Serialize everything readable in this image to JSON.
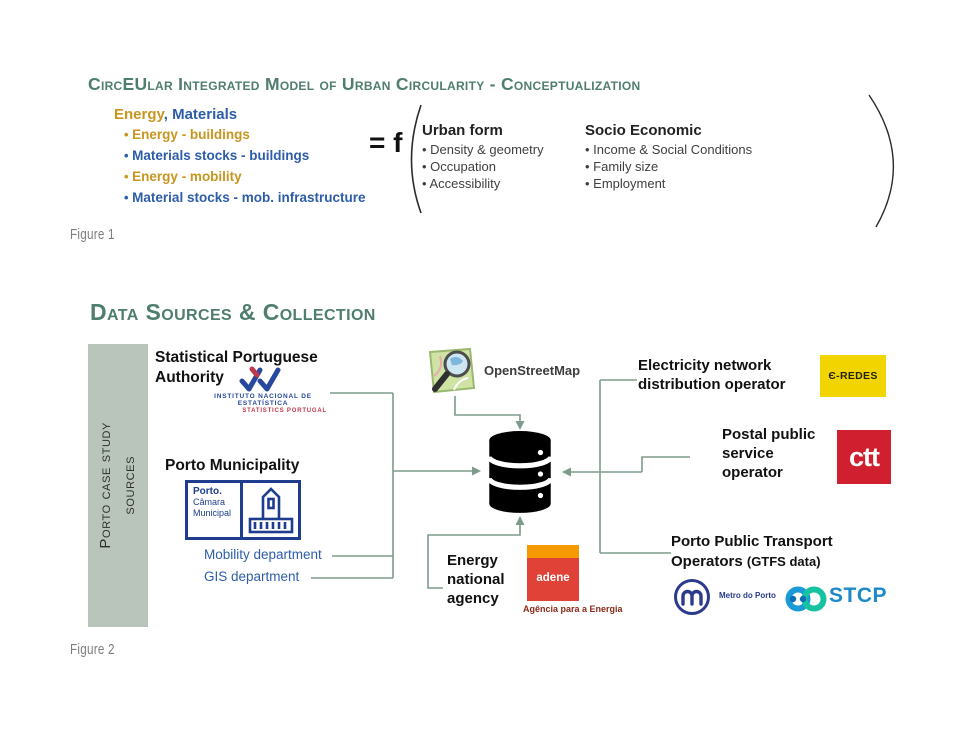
{
  "figure1": {
    "title": "CircEUlar Integrated Model of Urban Circularity - Conceptualization",
    "inputs_heading": {
      "energy": "Energy",
      "separator": ", ",
      "materials": "Materials"
    },
    "bullets": [
      {
        "text": "Energy - buildings",
        "color": "gold"
      },
      {
        "text": "Materials stocks - buildings",
        "color": "blue"
      },
      {
        "text": "Energy - mobility",
        "color": "gold"
      },
      {
        "text": "Material stocks - mob. infrastructure",
        "color": "blue"
      }
    ],
    "equals": "= f",
    "groups": [
      {
        "heading": "Urban form",
        "items": [
          "Density & geometry",
          "Occupation",
          "Accessibility"
        ]
      },
      {
        "heading": "Socio Economic",
        "items": [
          "Income & Social Conditions",
          "Family size",
          "Employment"
        ]
      }
    ],
    "caption": "Figure 1"
  },
  "figure2": {
    "title": "Data Sources & Collection",
    "sidebar": {
      "line1": "Porto case study",
      "line2": "sources"
    },
    "statistical_authority": {
      "heading_line1": "Statistical Portuguese",
      "heading_line2": "Authority",
      "org_line1": "INSTITUTO NACIONAL DE ESTATÍSTICA",
      "org_line2": "STATISTICS PORTUGAL"
    },
    "porto_municipality": {
      "heading": "Porto Municipality",
      "logo_line1": "Porto.",
      "logo_line2": "Câmara",
      "logo_line3": "Municipal",
      "dept_mobility": "Mobility department",
      "dept_gis": "GIS department"
    },
    "openstreetmap": {
      "label": "OpenStreetMap"
    },
    "electricity": {
      "line1": "Electricity network",
      "line2": "distribution operator",
      "logo_text": "Є-REDES"
    },
    "postal": {
      "line1": "Postal public",
      "line2": "service",
      "line3": "operator",
      "logo_text": "ctt"
    },
    "transport": {
      "line1": "Porto Public Transport",
      "line2_main": "Operators ",
      "line2_note": "(GTFS data)",
      "metro_label": "Metro do Porto",
      "stcp_label": "STCP"
    },
    "energy_agency": {
      "line1": "Energy",
      "line2": "national",
      "line3": "agency",
      "logo_text": "adene",
      "logo_sub": "Agência para a Energia"
    },
    "caption": "Figure 2"
  },
  "colors": {
    "accent_teal": "#4f7d6e",
    "gold": "#c8951f",
    "blue": "#2d5da9",
    "connector_green": "#7d9b8a",
    "sidebar_bg": "#b9c5bb",
    "eredes_yellow": "#f2d500",
    "ctt_red": "#d01f2e",
    "adene_red": "#e04238",
    "adene_orange": "#f59b00",
    "metro_navy": "#2b3a8c",
    "stcp_blue": "#1a9ad6",
    "stcp_teal": "#17c2a0",
    "ine_blue": "#27489c",
    "ine_red": "#c0394b",
    "porto_navy": "#1f3d8f"
  }
}
